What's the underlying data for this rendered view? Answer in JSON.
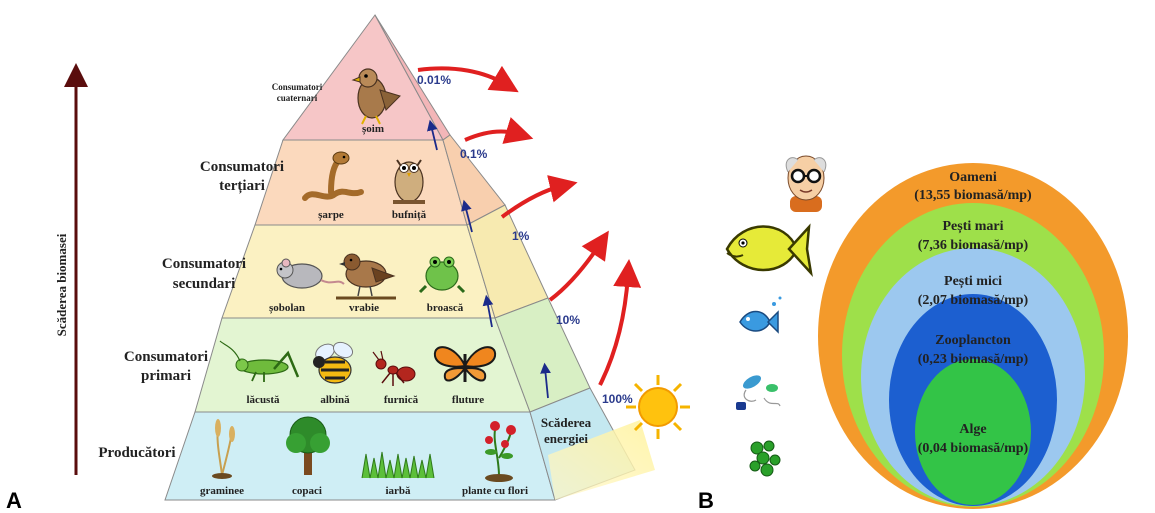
{
  "panel_a": {
    "letter": "A",
    "axis_label": "Scăderea biomasei",
    "energy_label": [
      "Scăderea",
      "energiei"
    ],
    "levels": [
      {
        "title": [
          "Consumatori",
          "cuaternari"
        ],
        "organisms": [
          "șoim"
        ],
        "percent": "0.01%",
        "color": "#f6c6c7"
      },
      {
        "title": [
          "Consumatori",
          "terțiari"
        ],
        "organisms": [
          "șarpe",
          "bufniță"
        ],
        "percent": "0.1%",
        "color": "#fbd9bd"
      },
      {
        "title": [
          "Consumatori",
          "secundari"
        ],
        "organisms": [
          "șobolan",
          "vrabie",
          "broască"
        ],
        "percent": "1%",
        "color": "#fbf1c2"
      },
      {
        "title": [
          "Consumatori",
          "primari"
        ],
        "organisms": [
          "lăcustă",
          "albină",
          "furnică",
          "fluture"
        ],
        "percent": "10%",
        "color": "#e3f5d2"
      },
      {
        "title": [
          "Producători"
        ],
        "organisms": [
          "graminee",
          "copaci",
          "iarbă",
          "plante cu flori"
        ],
        "percent": "100%",
        "color": "#cfeef5"
      }
    ],
    "sun_icon": "sun-icon"
  },
  "panel_b": {
    "letter": "B",
    "rings": [
      {
        "name": "Oameni",
        "value": "(13,55 biomasă/mp)",
        "color": "#f39a2b",
        "icon": "human-face-icon"
      },
      {
        "name": "Pești mari",
        "value": "(7,36 biomasă/mp)",
        "color": "#9ee04a",
        "icon": "big-fish-icon"
      },
      {
        "name": "Pești mici",
        "value": "(2,07 biomasă/mp)",
        "color": "#9cc8ef",
        "icon": "small-fish-icon"
      },
      {
        "name": "Zooplancton",
        "value": "(0,23 biomasă/mp)",
        "color": "#1c5fd0",
        "icon": "zooplankton-icon"
      },
      {
        "name": "Alge",
        "value": "(0,04 biomasă/mp)",
        "color": "#33c447",
        "icon": "algae-icon"
      }
    ]
  }
}
